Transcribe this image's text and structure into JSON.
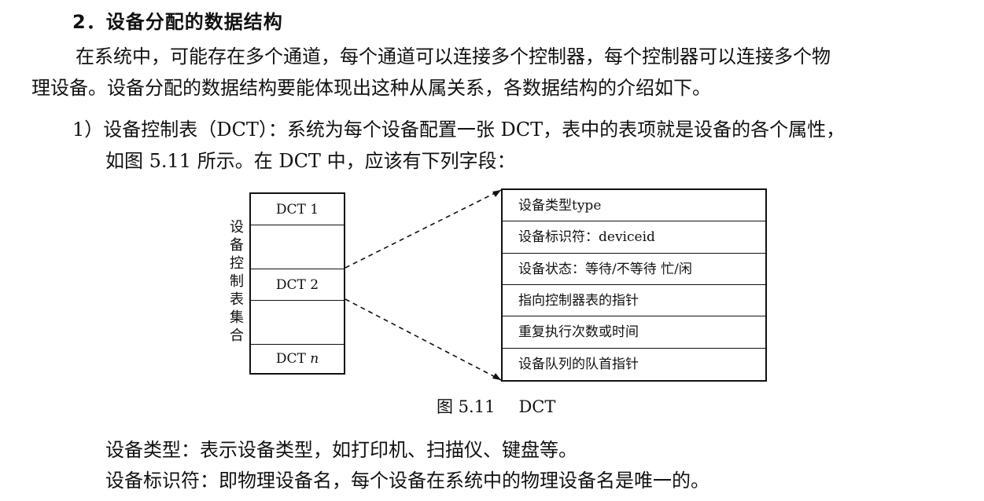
{
  "heading": "2．设备分配的数据结构",
  "paragraph1": {
    "line1": "在系统中，可能存在多个通道，每个通道可以连接多个控制器，每个控制器可以连接多个物",
    "line2": "理设备。设备分配的数据结构要能体现出这种从属关系，各数据结构的介绍如下。"
  },
  "item1": {
    "line1": "1）设备控制表（DCT）：系统为每个设备配置一张 DCT，表中的表项就是设备的各个属性，",
    "line2": "如图 5.11 所示。在 DCT 中，应该有下列字段："
  },
  "figure": {
    "vertical_label": [
      "设",
      "备",
      "控",
      "制",
      "表",
      "集",
      "合"
    ],
    "dct_set": {
      "dct1": "DCT 1",
      "dct2": "DCT 2",
      "dctn_prefix": "DCT ",
      "dctn_suffix": "n"
    },
    "fields": [
      "设备类型type",
      "设备标识符：deviceid",
      "设备状态：等待/不等待  忙/闲",
      "指向控制器表的指针",
      "重复执行次数或时间",
      "设备队列的队首指针"
    ],
    "caption_number": "图 5.11",
    "caption_title": "DCT"
  },
  "desc_type": "设备类型：表示设备类型，如打印机、扫描仪、键盘等。",
  "desc_id": "设备标识符：即物理设备名，每个设备在系统中的物理设备名是唯一的。"
}
